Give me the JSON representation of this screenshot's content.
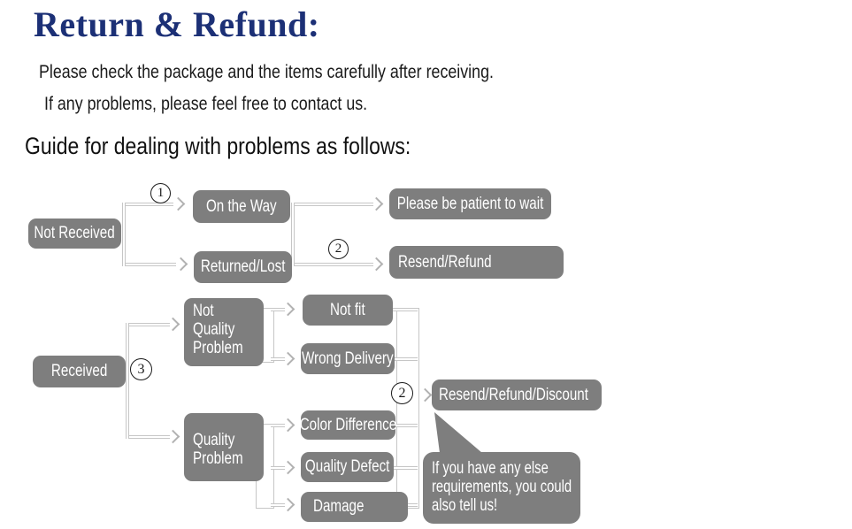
{
  "title": "Return & Refund:",
  "intro": {
    "line1": "Please check the package and the items carefully after receiving.",
    "line2": "If any problems, please feel free to contact us."
  },
  "guide_heading": "Guide for dealing with problems as follows:",
  "steps": {
    "one": "1",
    "two": "2",
    "three": "3"
  },
  "nodes": {
    "not_received": "Not Received",
    "on_the_way": "On the Way",
    "returned_lost": "Returned/Lost",
    "please_wait": "Please be patient to wait",
    "resend_refund": "Resend/Refund",
    "received": "Received",
    "not_quality_problem": "Not\nQuality\nProblem",
    "quality_problem": "Quality\nProblem",
    "not_fit": "Not fit",
    "wrong_delivery": "Wrong Delivery",
    "color_difference": "Color Difference",
    "quality_defect": "Quality Defect",
    "damage": "Damage",
    "resend_refund_discount": "Resend/Refund/Discount"
  },
  "bubble_text": "If you have any else\nrequirements, you could\nalso tell us!",
  "colors": {
    "title_navy": "#1c3076",
    "box_gray": "#7e7e7e",
    "line_gray": "#c6c6c6",
    "box_text": "#ffffff",
    "body_text": "#1a1a1a"
  }
}
